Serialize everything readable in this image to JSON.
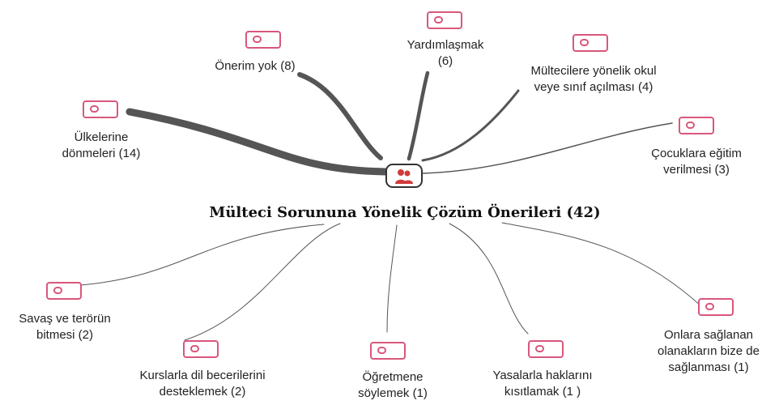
{
  "title": "Mülteci Sorununa Yönelik Çözüm Önerileri (42)",
  "colors": {
    "accent": "#d9577b",
    "branch": "#555555",
    "center_icon": "#d23a3a"
  },
  "center_icon": "users-icon",
  "codes": [
    {
      "id": "ulkelerine",
      "label": "Ülkelerine\ndönmeleri (14)",
      "count": 14
    },
    {
      "id": "onerim-yok",
      "label": "Önerim yok (8)",
      "count": 8
    },
    {
      "id": "yardimlasmak",
      "label": "Yardımlaşmak\n(6)",
      "count": 6
    },
    {
      "id": "okul-sinif",
      "label": "Mültecilere yönelik okul\nveye sınıf açılması (4)",
      "count": 4
    },
    {
      "id": "egitim",
      "label": "Çocuklara eğitim\nverilmesi (3)",
      "count": 3
    },
    {
      "id": "savas-teror",
      "label": "Savaş ve terörün\nbitmesi (2)",
      "count": 2
    },
    {
      "id": "kurslar",
      "label": "Kurslarla dil becerilerini\ndesteklemek (2)",
      "count": 2
    },
    {
      "id": "ogretmene",
      "label": "Öğretmene\nsöylemek (1)",
      "count": 1
    },
    {
      "id": "yasalar",
      "label": "Yasalarla haklarını\nkısıtlamak (1 )",
      "count": 1
    },
    {
      "id": "olanaklar",
      "label": "Onlara sağlanan\nolanakların bize de\nsağlanması (1)",
      "count": 1
    }
  ]
}
